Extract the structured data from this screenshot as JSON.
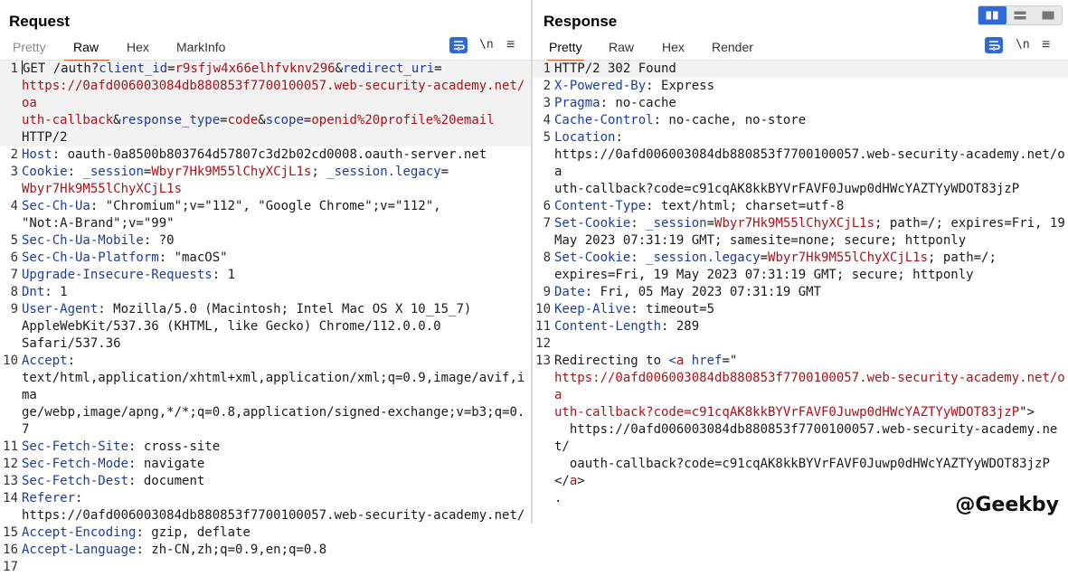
{
  "request": {
    "title": "Request",
    "tabs": [
      "Pretty",
      "Raw",
      "Hex",
      "MarkInfo"
    ],
    "active_tab": "Raw",
    "newline_label": "\\n",
    "menu_label": "≡",
    "lines": [
      {
        "n": "1",
        "html": "<span class=\"caret\"></span>GET /auth?<span class=\"k\">client_id</span>=<span class=\"v\">r9sfjw4x66elhfvknv296</span>&amp;<span class=\"k\">redirect_uri</span>=\n<span class=\"v\">https://0afd006003084db880853f7700100057.web-security-academy.net/oa\nuth-callback</span>&amp;<span class=\"k\">response_type</span>=<span class=\"v\">code</span>&amp;<span class=\"k\">scope</span>=<span class=\"v\">openid%20profile%20email</span>\nHTTP/2"
      },
      {
        "n": "2",
        "html": "<span class=\"k\">Host</span>: oauth-0a8500b803764d57807c3d2b02cd0008.oauth-server.net"
      },
      {
        "n": "3",
        "html": "<span class=\"k\">Cookie</span>: <span class=\"k\">_session</span>=<span class=\"v\">Wbyr7Hk9M55lChyXCjL1s</span>; <span class=\"k\">_session.legacy</span>=\n<span class=\"v\">Wbyr7Hk9M55lChyXCjL1s</span>"
      },
      {
        "n": "4",
        "html": "<span class=\"k\">Sec-Ch-Ua</span>: \"Chromium\";v=\"112\", \"Google Chrome\";v=\"112\",\n\"Not:A-Brand\";v=\"99\""
      },
      {
        "n": "5",
        "html": "<span class=\"k\">Sec-Ch-Ua-Mobile</span>: ?0"
      },
      {
        "n": "6",
        "html": "<span class=\"k\">Sec-Ch-Ua-Platform</span>: \"macOS\""
      },
      {
        "n": "7",
        "html": "<span class=\"k\">Upgrade-Insecure-Requests</span>: 1"
      },
      {
        "n": "8",
        "html": "<span class=\"k\">Dnt</span>: 1"
      },
      {
        "n": "9",
        "html": "<span class=\"k\">User-Agent</span>: Mozilla/5.0 (Macintosh; Intel Mac OS X 10_15_7)\nAppleWebKit/537.36 (KHTML, like Gecko) Chrome/112.0.0.0\nSafari/537.36"
      },
      {
        "n": "10",
        "html": "<span class=\"k\">Accept</span>:\ntext/html,application/xhtml+xml,application/xml;q=0.9,image/avif,ima\nge/webp,image/apng,*/*;q=0.8,application/signed-exchange;v=b3;q=0.7"
      },
      {
        "n": "11",
        "html": "<span class=\"k\">Sec-Fetch-Site</span>: cross-site"
      },
      {
        "n": "12",
        "html": "<span class=\"k\">Sec-Fetch-Mode</span>: navigate"
      },
      {
        "n": "13",
        "html": "<span class=\"k\">Sec-Fetch-Dest</span>: document"
      },
      {
        "n": "14",
        "html": "<span class=\"k\">Referer</span>:\nhttps://0afd006003084db880853f7700100057.web-security-academy.net/"
      },
      {
        "n": "15",
        "html": "<span class=\"k\">Accept-Encoding</span>: gzip, deflate"
      },
      {
        "n": "16",
        "html": "<span class=\"k\">Accept-Language</span>: zh-CN,zh;q=0.9,en;q=0.8"
      },
      {
        "n": "17",
        "html": ""
      }
    ]
  },
  "response": {
    "title": "Response",
    "tabs": [
      "Pretty",
      "Raw",
      "Hex",
      "Render"
    ],
    "active_tab": "Pretty",
    "newline_label": "\\n",
    "menu_label": "≡",
    "lines": [
      {
        "n": "1",
        "html": "HTTP/2 302 Found"
      },
      {
        "n": "2",
        "html": "<span class=\"k\">X-Powered-By</span>: Express"
      },
      {
        "n": "3",
        "html": "<span class=\"k\">Pragma</span>: no-cache"
      },
      {
        "n": "4",
        "html": "<span class=\"k\">Cache-Control</span>: no-cache, no-store"
      },
      {
        "n": "5",
        "html": "<span class=\"k\">Location</span>:\nhttps://0afd006003084db880853f7700100057.web-security-academy.net/oa\nuth-callback?code=c91cqAK8kkBYVrFAVF0Juwp0dHWcYAZTYyWDOT83jzP"
      },
      {
        "n": "6",
        "html": "<span class=\"k\">Content-Type</span>: text/html; charset=utf-8"
      },
      {
        "n": "7",
        "html": "<span class=\"k\">Set-Cookie</span>: <span class=\"k\">_session</span>=<span class=\"v\">Wbyr7Hk9M55lChyXCjL1s</span>; path=/; expires=Fri, 19\nMay 2023 07:31:19 GMT; samesite=none; secure; httponly"
      },
      {
        "n": "8",
        "html": "<span class=\"k\">Set-Cookie</span>: <span class=\"k\">_session.legacy</span>=<span class=\"v\">Wbyr7Hk9M55lChyXCjL1s</span>; path=/;\nexpires=Fri, 19 May 2023 07:31:19 GMT; secure; httponly"
      },
      {
        "n": "9",
        "html": "<span class=\"k\">Date</span>: Fri, 05 May 2023 07:31:19 GMT"
      },
      {
        "n": "10",
        "html": "<span class=\"k\">Keep-Alive</span>: timeout=5"
      },
      {
        "n": "11",
        "html": "<span class=\"k\">Content-Length</span>: 289"
      },
      {
        "n": "12",
        "html": ""
      },
      {
        "n": "13",
        "html": "Redirecting to <span class=\"k\">&lt;</span><span class=\"v\">a</span> <span class=\"k\">href</span>=\"\n<span class=\"v\">https://0afd006003084db880853f7700100057.web-security-academy.net/oa\nuth-callback?code=c91cqAK8kkBYVrFAVF0Juwp0dHWcYAZTYyWDOT83jzP</span>\"&gt;\n  https://0afd006003084db880853f7700100057.web-security-academy.net/\n  oauth-callback?code=c91cqAK8kkBYVrFAVF0Juwp0dHWcYAZTYyWDOT83jzP\n&lt;/<span class=\"v\">a</span>&gt;\n."
      }
    ]
  },
  "watermark": "@Geekby"
}
